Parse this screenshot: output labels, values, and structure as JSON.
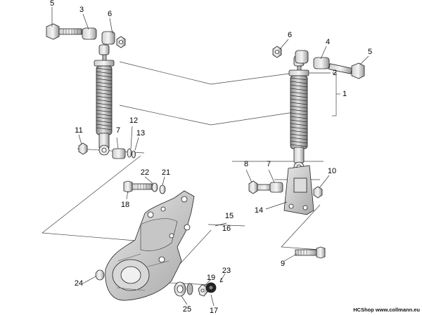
{
  "diagram": {
    "callouts": {
      "c1": "1",
      "c2": "2",
      "c3": "3",
      "c4": "4",
      "c5a": "5",
      "c5b": "5",
      "c6a": "6",
      "c6b": "6",
      "c7a": "7",
      "c7b": "7",
      "c8": "8",
      "c9": "9",
      "c10": "10",
      "c11": "11",
      "c12": "12",
      "c13": "13",
      "c14": "14",
      "c15": "15",
      "c16": "16",
      "c17": "17",
      "c18": "18",
      "c19": "19",
      "c21": "21",
      "c22": "22",
      "c23": "23",
      "c24": "24",
      "c25": "25"
    },
    "watermark": "HCShop www.collmann.eu"
  }
}
